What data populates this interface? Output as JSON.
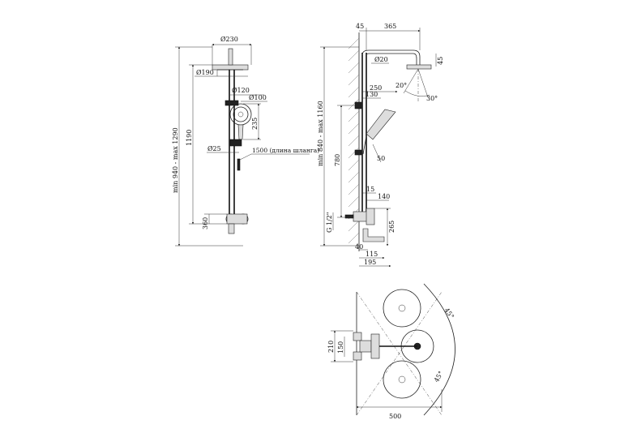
{
  "front_view": {
    "dims": {
      "head_dia_top": "Ø230",
      "head_dia_low": "Ø190",
      "hand_dia_1": "Ø120",
      "hand_dia_2": "Ø100",
      "hand_len": "235",
      "pipe_dia": "Ø25",
      "hose": "1500 (длина шланга)",
      "height_range": "min 940 - max 1290",
      "height_1190": "1190",
      "bottom_gap": "360"
    }
  },
  "side_view": {
    "dims": {
      "top_45": "45",
      "top_365": "365",
      "arm_dia": "Ø20",
      "arm_45": "45",
      "angle_1": "20°",
      "angle_2": "30°",
      "d250": "250",
      "d130": "130",
      "height_range": "min 840 - max 1160",
      "d780": "780",
      "d50": "50",
      "d15": "15",
      "d140": "140",
      "g12": "G 1/2\"",
      "d265": "265",
      "d40": "40",
      "d115": "115",
      "d195": "195"
    }
  },
  "top_view": {
    "dims": {
      "d210": "210",
      "d150": "150",
      "d500": "500",
      "angle_top": "45°",
      "angle_bottom": "45°"
    }
  }
}
